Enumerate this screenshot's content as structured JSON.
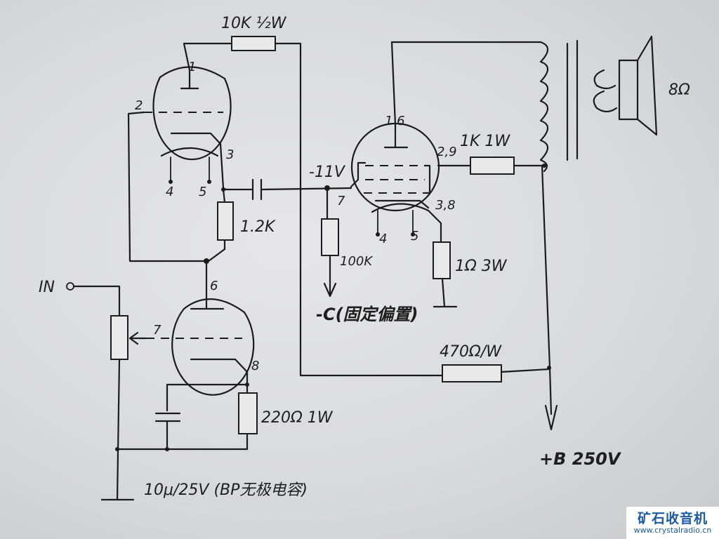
{
  "labels": {
    "r_top": "10K ½W",
    "v1_pin_plate": "1",
    "v1_pin_grid": "2",
    "v1_pin_cathode": "3",
    "v1_pin_h1": "4",
    "v1_pin_h2": "5",
    "r_cathode": "1.2K",
    "v2_pin_plate": "6",
    "v2_pin_grid": "7",
    "v2_pin_cathode": "8",
    "input": "IN",
    "r_cathode2": "220Ω 1W",
    "cap": "10μ/25V (BP无极电容)",
    "bias_voltage": "-11V",
    "v3_pin_plate": "1 6",
    "v3_pin_screen": "2,9",
    "v3_pin_grid": "7",
    "v3_pin_cathode": "3,8",
    "v3_pin_h1": "4",
    "v3_pin_h2": "5",
    "r_grid": "100K",
    "neg_bias": "-C(固定偏置)",
    "r_screen": "1K 1W",
    "r_sense": "1Ω 3W",
    "r_supply": "470Ω/W",
    "b_plus": "+B 250V",
    "speaker": "8Ω"
  },
  "watermark": {
    "title": "矿石收音机",
    "url": "www.crystalradio.cn"
  }
}
